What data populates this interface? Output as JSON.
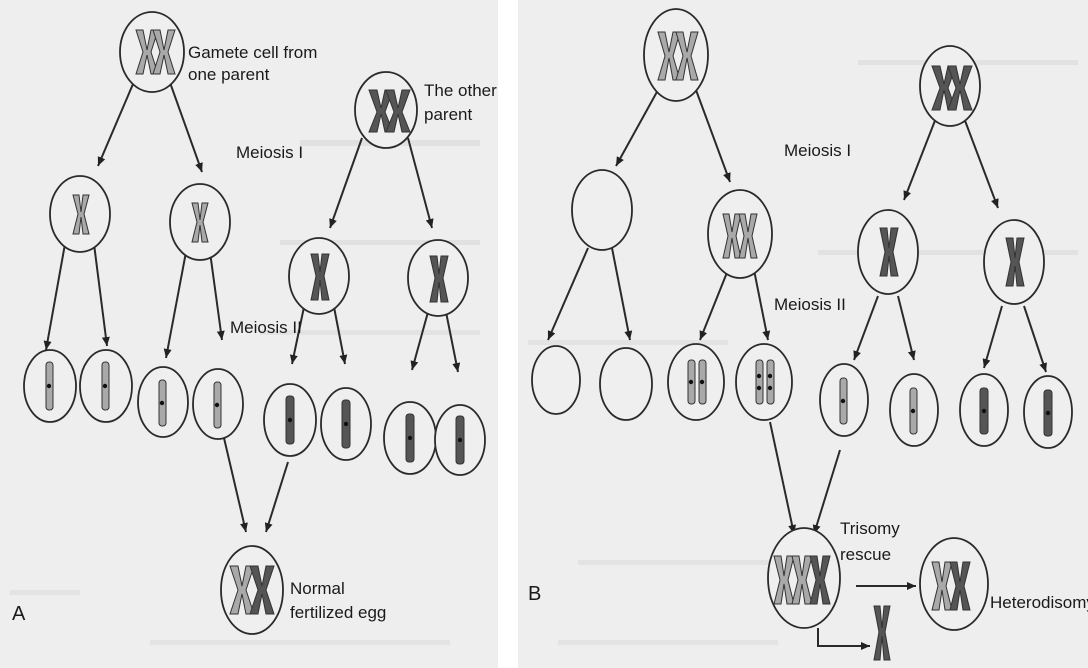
{
  "panel_a": {
    "letter": "A",
    "gamete_label": [
      "Gamete cell from",
      "one parent"
    ],
    "other_parent_label": [
      "The other",
      "parent"
    ],
    "meiosis_1": "Meiosis I",
    "meiosis_2": "Meiosis II",
    "normal_egg_label": [
      "Normal",
      "fertilized egg"
    ]
  },
  "panel_b": {
    "letter": "B",
    "meiosis_1": "Meiosis I",
    "meiosis_2": "Meiosis II",
    "trisomy_label": [
      "Trisomy",
      "rescue"
    ],
    "heterodisomy_label": "Heterodisomy"
  },
  "colors": {
    "background": "#eeeeee",
    "line": "#2a2a2a",
    "parent_a_chromosome": "#a9a9a9",
    "parent_b_chromosome": "#555555"
  }
}
